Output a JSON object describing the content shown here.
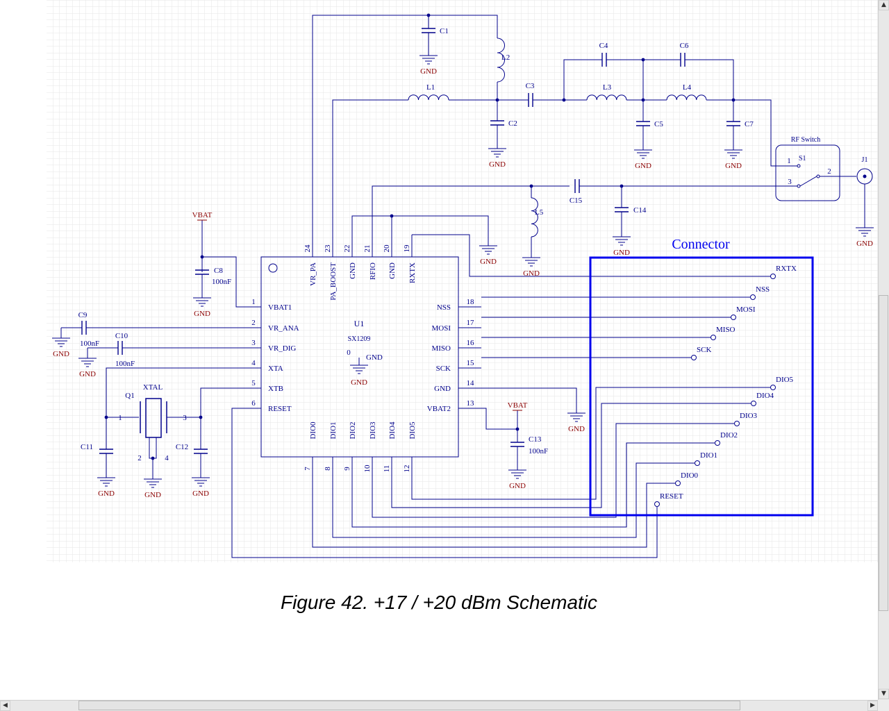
{
  "figure": {
    "caption": "Figure 42.   +17 / +20 dBm Schematic"
  },
  "ic": {
    "ref": "U1",
    "part": "SX1209",
    "gnd_pin": "0",
    "gnd_label": "GND",
    "left_pins": [
      {
        "num": "1",
        "name": "VBAT1"
      },
      {
        "num": "2",
        "name": "VR_ANA"
      },
      {
        "num": "3",
        "name": "VR_DIG"
      },
      {
        "num": "4",
        "name": "XTA"
      },
      {
        "num": "5",
        "name": "XTB"
      },
      {
        "num": "6",
        "name": "RESET"
      }
    ],
    "right_pins": [
      {
        "num": "18",
        "name": "NSS"
      },
      {
        "num": "17",
        "name": "MOSI"
      },
      {
        "num": "16",
        "name": "MISO"
      },
      {
        "num": "15",
        "name": "SCK"
      },
      {
        "num": "14",
        "name": "GND"
      },
      {
        "num": "13",
        "name": "VBAT2"
      }
    ],
    "top_pins": [
      {
        "num": "24",
        "name": "VR_PA"
      },
      {
        "num": "23",
        "name": "PA_BOOST"
      },
      {
        "num": "22",
        "name": "GND"
      },
      {
        "num": "21",
        "name": "RFIO"
      },
      {
        "num": "20",
        "name": "GND"
      },
      {
        "num": "19",
        "name": "RXTX"
      }
    ],
    "bottom_pins": [
      {
        "num": "7",
        "name": "DIO0"
      },
      {
        "num": "8",
        "name": "DIO1"
      },
      {
        "num": "9",
        "name": "DIO2"
      },
      {
        "num": "10",
        "name": "DIO3"
      },
      {
        "num": "11",
        "name": "DIO4"
      },
      {
        "num": "12",
        "name": "DIO5"
      }
    ]
  },
  "components": {
    "c1": "C1",
    "c2": "C2",
    "c3": "C3",
    "c4": "C4",
    "c5": "C5",
    "c6": "C6",
    "c7": "C7",
    "c8": "C8",
    "c8_value": "100nF",
    "c9": "C9",
    "c9_value": "100nF",
    "c10": "C10",
    "c10_value": "100nF",
    "c11": "C11",
    "c12": "C12",
    "c13": "C13",
    "c13_value": "100nF",
    "c14": "C14",
    "c15": "C15",
    "l1": "L1",
    "l2": "L2",
    "l3": "L3",
    "l4": "L4",
    "l5": "L5",
    "q1": "Q1",
    "xtal": "XTAL",
    "q1_pins": [
      "1",
      "2",
      "3",
      "4"
    ],
    "rf_switch": "RF Switch",
    "s1": "S1",
    "s1_pins": [
      "1",
      "2",
      "3"
    ],
    "j1": "J1"
  },
  "power": {
    "gnd": "GND",
    "vbat": "VBAT"
  },
  "connector": {
    "title": "Connector",
    "pins": [
      "RXTX",
      "NSS",
      "MOSI",
      "MISO",
      "SCK",
      "DIO5",
      "DIO4",
      "DIO3",
      "DIO2",
      "DIO1",
      "DIO0",
      "RESET"
    ]
  },
  "colors": {
    "wire": "#00008b",
    "power": "#8b0000",
    "connector_box": "#0000ee",
    "grid": "#e6e6e6"
  }
}
